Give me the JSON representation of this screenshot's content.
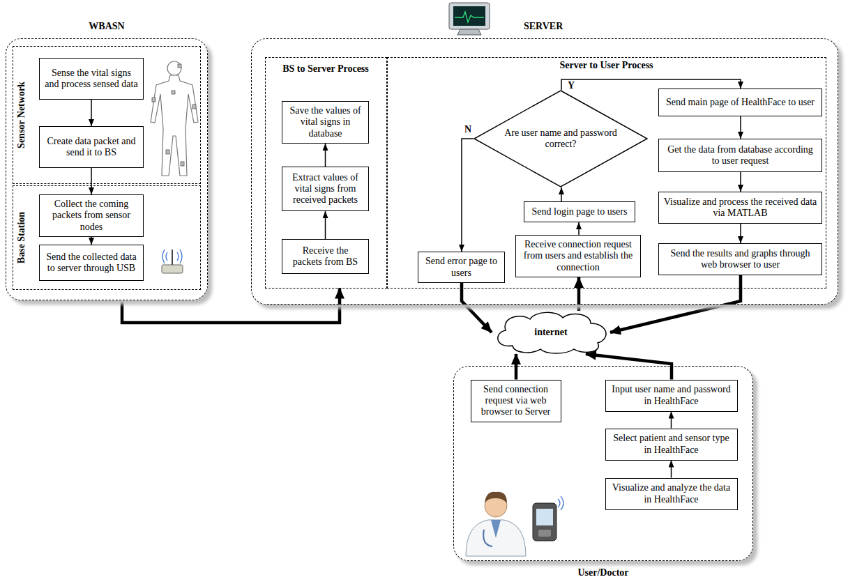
{
  "diagram": {
    "nodes": [
      {
        "text": [
          "WBASN"
        ]
      },
      {
        "text": [
          "Sensor Network"
        ],
        "in": 0
      },
      {
        "text": [
          "Sense the vital signs and process sensed data"
        ],
        "in": 1
      },
      {
        "text": [
          "Create data packet and send it to BS"
        ],
        "in": 1
      },
      {
        "text": [
          "Base Station"
        ],
        "in": 0
      },
      {
        "text": [
          "Collect the coming packets from sensor nodes"
        ],
        "in": 4
      },
      {
        "text": [
          "Send the collected data to server through USB"
        ],
        "in": 4
      },
      {
        "text": [
          "SERVER"
        ]
      },
      {
        "text": [
          "BS to Server Process"
        ],
        "in": 7
      },
      {
        "text": [
          "Save the values of vital signs in database"
        ],
        "in": 8
      },
      {
        "text": [
          "Extract values of vital signs from received packets"
        ],
        "in": 8
      },
      {
        "text": [
          "Receive the packets from BS"
        ],
        "in": 8
      },
      {
        "text": [
          "Server to User Process"
        ],
        "in": 7
      },
      {
        "text": [
          "Are user name and password correct?"
        ],
        "in": 12
      },
      {
        "text": [
          "Send main page of HealthFace to user"
        ],
        "in": 12
      },
      {
        "text": [
          "Get the data from database according to user request"
        ],
        "in": 12
      },
      {
        "text": [
          "Visualize and process the received data via MATLAB"
        ],
        "in": 12
      },
      {
        "text": [
          "Send the results and graphs through web browser to user"
        ],
        "in": 12
      },
      {
        "text": [
          "Send login page to users"
        ],
        "in": 12
      },
      {
        "text": [
          "Receive connection request from users and establish the connection"
        ],
        "in": 12
      },
      {
        "text": [
          "Send error page to users"
        ],
        "in": 12
      },
      {
        "text": [
          "internet"
        ]
      },
      {
        "text": [
          "User/Doctor"
        ]
      },
      {
        "text": [
          "Send connection request via web browser to Server"
        ],
        "in": 22
      },
      {
        "text": [
          "Input user name and password in HealthFace"
        ],
        "in": 22
      },
      {
        "text": [
          "Select patient and sensor type in HealthFace"
        ],
        "in": 22
      },
      {
        "text": [
          "Visualize and analyze the data in HealthFace"
        ],
        "in": 22
      }
    ],
    "edges": [
      {
        "from": 2,
        "to": 3,
        "arrow": "to"
      },
      {
        "from": 3,
        "to": 5,
        "arrow": "to"
      },
      {
        "from": 5,
        "to": 6,
        "arrow": "to"
      },
      {
        "from": 0,
        "to": 8,
        "arrow": "to"
      },
      {
        "from": 11,
        "to": 10,
        "arrow": "to"
      },
      {
        "from": 10,
        "to": 9,
        "arrow": "to"
      },
      {
        "from": 19,
        "to": 18,
        "arrow": "to"
      },
      {
        "from": 18,
        "to": 13,
        "arrow": "to"
      },
      {
        "from": 13,
        "to": 20,
        "label": "N",
        "arrow": "to"
      },
      {
        "from": 13,
        "to": 14,
        "label": "Y",
        "arrow": "to"
      },
      {
        "from": 14,
        "to": 15,
        "arrow": "to"
      },
      {
        "from": 15,
        "to": 16,
        "arrow": "to"
      },
      {
        "from": 16,
        "to": 17,
        "arrow": "to"
      },
      {
        "from": 20,
        "to": 21,
        "arrow": "to"
      },
      {
        "from": 21,
        "to": 19,
        "arrow": "to"
      },
      {
        "from": 17,
        "to": 21,
        "arrow": "to"
      },
      {
        "from": 23,
        "to": 21,
        "arrow": "to"
      },
      {
        "from": 24,
        "to": 21,
        "arrow": "to"
      },
      {
        "from": 26,
        "to": 25,
        "arrow": "to"
      },
      {
        "from": 25,
        "to": 24,
        "arrow": "to"
      }
    ]
  }
}
